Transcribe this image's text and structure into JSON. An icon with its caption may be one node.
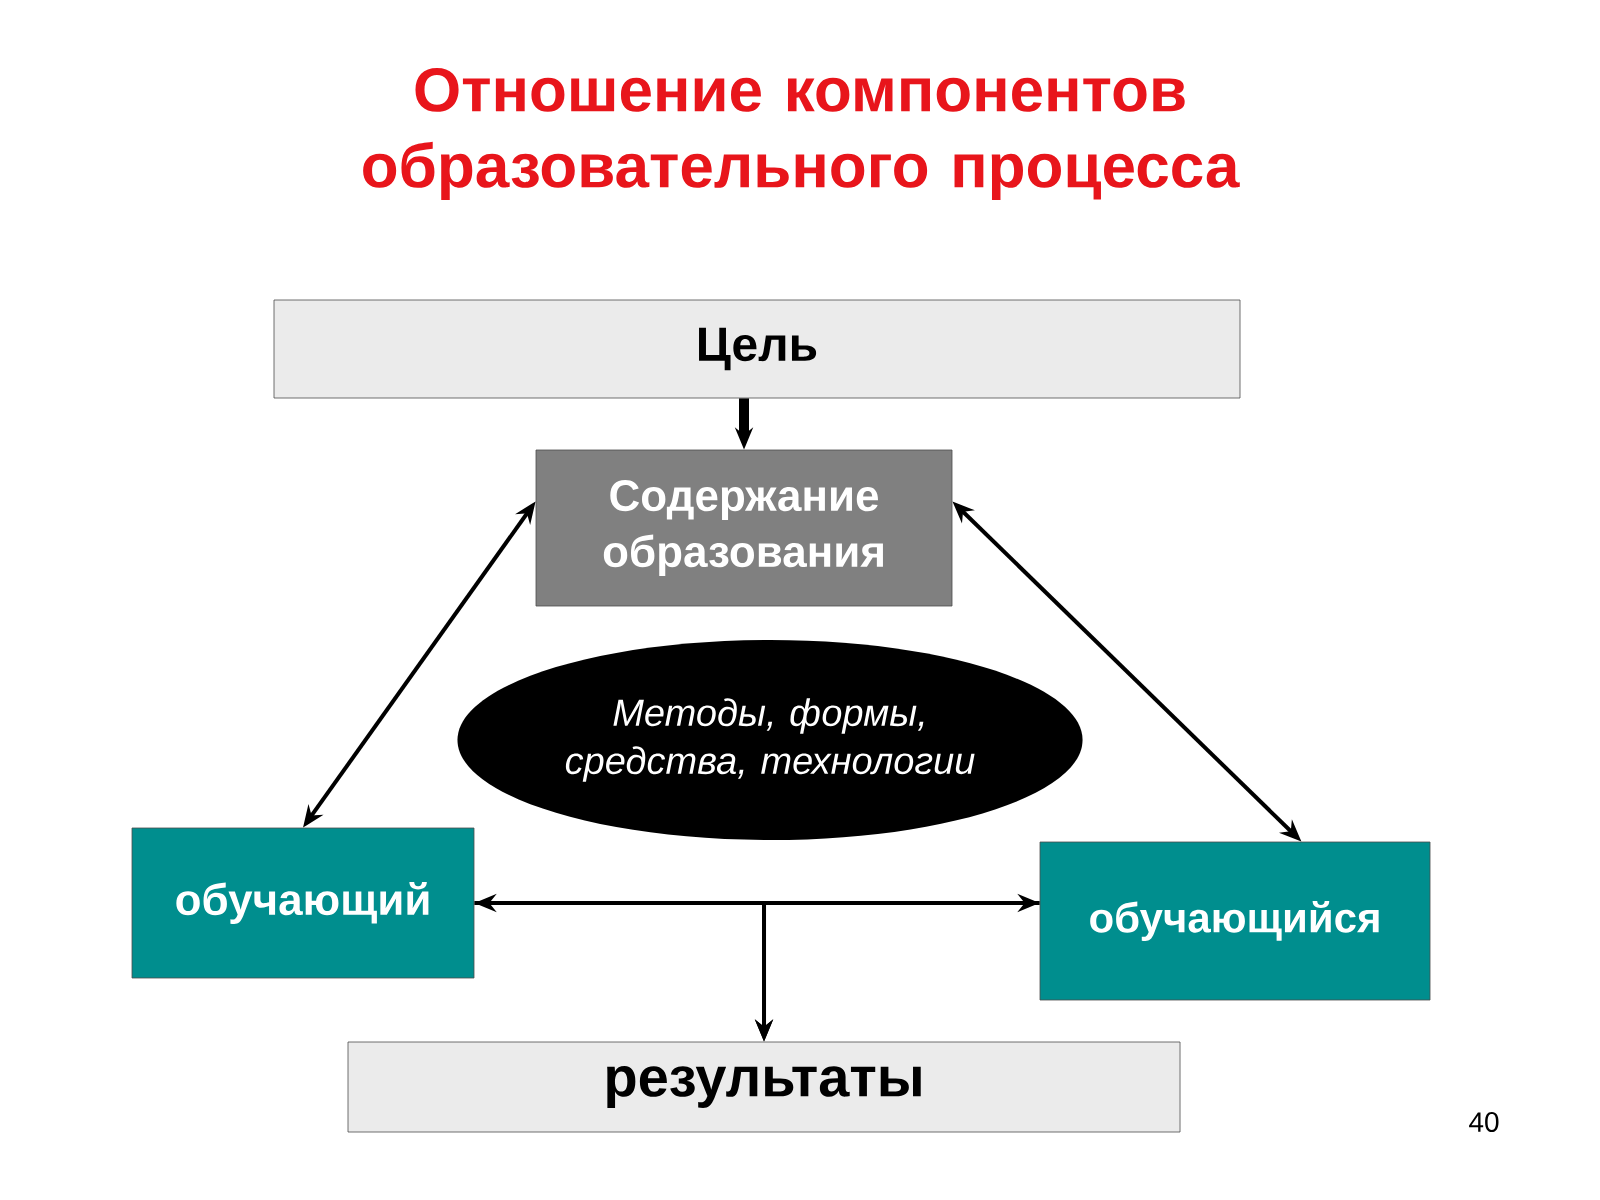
{
  "diagram": {
    "title": "Отношение компонентов образовательного процесса",
    "nodes": [
      {
        "text": [
          "Цель"
        ]
      },
      {
        "text": [
          "Содержание образования"
        ]
      },
      {
        "text": [
          "Методы, формы, средства, технологии"
        ]
      },
      {
        "text": [
          "обучающий"
        ]
      },
      {
        "text": [
          "обучающийся"
        ]
      },
      {
        "text": [
          "результаты"
        ]
      }
    ],
    "edges": [
      {
        "from": 0,
        "to": 1,
        "arrow": "to",
        "style": "thick"
      },
      {
        "from": 3,
        "to": 1,
        "arrow": "both"
      },
      {
        "from": 4,
        "to": 1,
        "arrow": "both"
      },
      {
        "from": 3,
        "to": 4,
        "arrow": "both"
      },
      {
        "from": 3,
        "to": 5,
        "arrow": "to"
      },
      {
        "from": 4,
        "to": 5,
        "arrow": "to"
      }
    ],
    "labels": [
      "40"
    ]
  }
}
